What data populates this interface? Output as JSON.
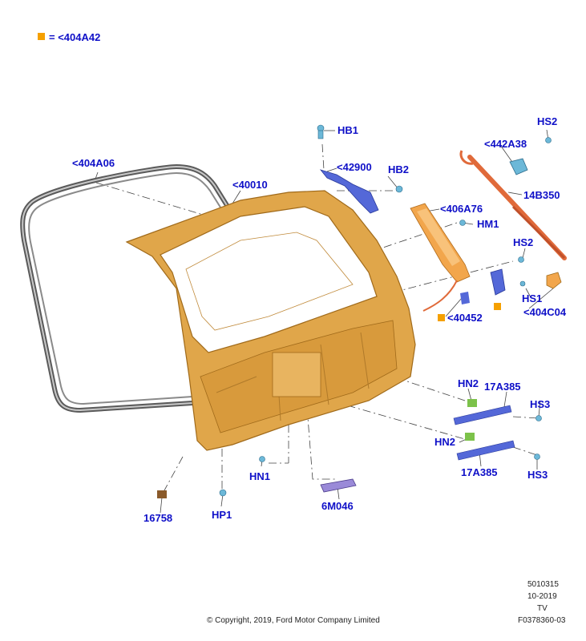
{
  "legend": {
    "symbol": "orange-square",
    "equals": "=",
    "label": "<404A42",
    "color": "#f5a000"
  },
  "callouts": [
    {
      "id": "404A06",
      "text": "<404A06"
    },
    {
      "id": "40010",
      "text": "<40010"
    },
    {
      "id": "HB1",
      "text": "HB1"
    },
    {
      "id": "42900",
      "text": "<42900"
    },
    {
      "id": "HB2",
      "text": "HB2"
    },
    {
      "id": "HS2a",
      "text": "HS2"
    },
    {
      "id": "442A38",
      "text": "<442A38"
    },
    {
      "id": "14B350",
      "text": "14B350"
    },
    {
      "id": "406A76",
      "text": "<406A76"
    },
    {
      "id": "HM1",
      "text": "HM1"
    },
    {
      "id": "HS2b",
      "text": "HS2"
    },
    {
      "id": "HS1",
      "text": "HS1"
    },
    {
      "id": "404C04",
      "text": "<404C04"
    },
    {
      "id": "40452",
      "text": "<40452"
    },
    {
      "id": "HN2a",
      "text": "HN2"
    },
    {
      "id": "17A385a",
      "text": "17A385"
    },
    {
      "id": "HS3a",
      "text": "HS3"
    },
    {
      "id": "HN2b",
      "text": "HN2"
    },
    {
      "id": "17A385b",
      "text": "17A385"
    },
    {
      "id": "HS3b",
      "text": "HS3"
    },
    {
      "id": "HN1",
      "text": "HN1"
    },
    {
      "id": "6M046",
      "text": "6M046"
    },
    {
      "id": "16758",
      "text": "16758"
    },
    {
      "id": "HP1",
      "text": "HP1"
    }
  ],
  "footer": {
    "copyright": "© Copyright, 2019, Ford Motor Company Limited",
    "code1": "5010315",
    "date": "10-2019",
    "code2": "TV",
    "code3": "F0378360-03"
  },
  "colors": {
    "label": "#0f10c8",
    "door": "#e0a64a",
    "seal": "#6a6a6a",
    "strut": "#e06a3a",
    "bracket": "#5468d8",
    "lamp": "#f2a64c",
    "clip_green": "#7cc24a",
    "fastener": "#6cb8d8"
  }
}
